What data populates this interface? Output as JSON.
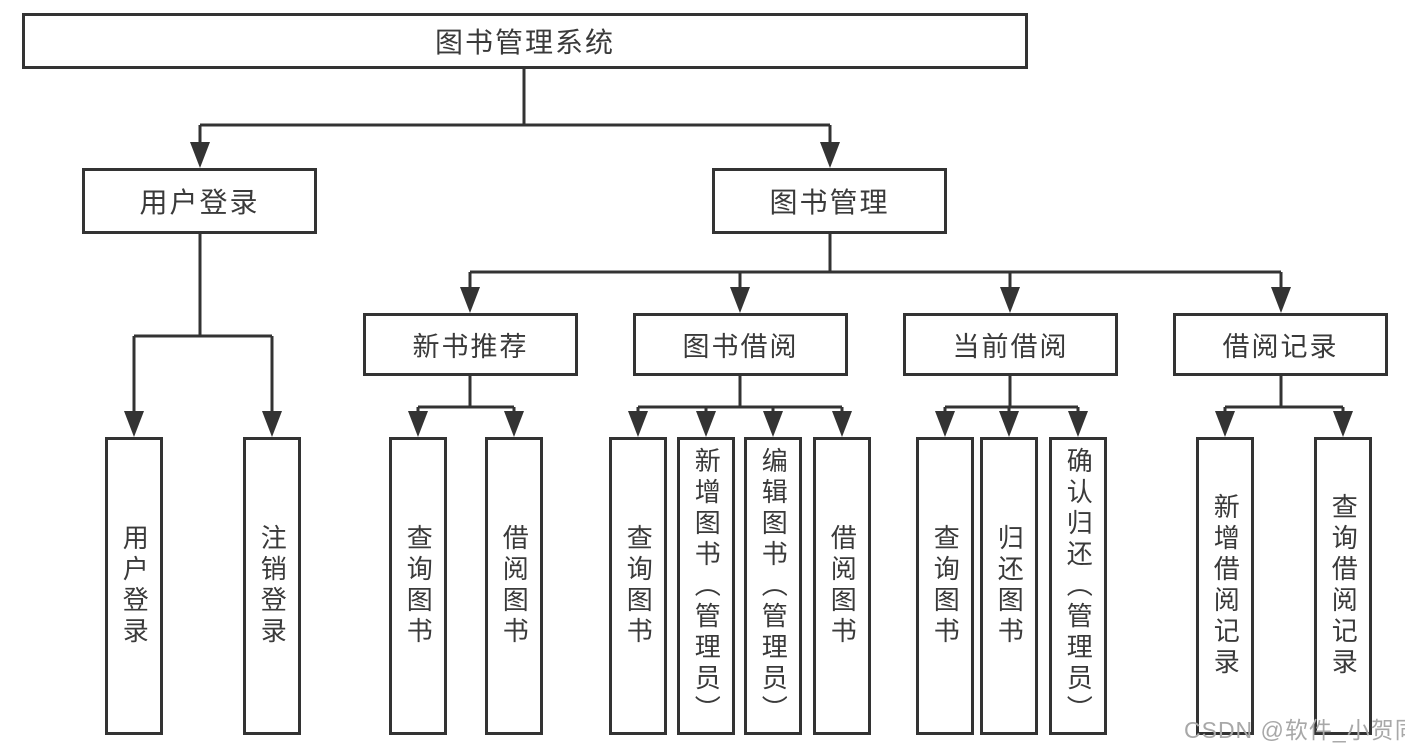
{
  "diagram": {
    "title": "图书管理系统",
    "branches": [
      {
        "label": "用户登录",
        "children": [
          {
            "label": "用户登录"
          },
          {
            "label": "注销登录"
          }
        ]
      },
      {
        "label": "图书管理",
        "children": [
          {
            "label": "新书推荐",
            "children": [
              {
                "label": "查询图书"
              },
              {
                "label": "借阅图书"
              }
            ]
          },
          {
            "label": "图书借阅",
            "children": [
              {
                "label": "查询图书"
              },
              {
                "label": "新增图书（管理员）"
              },
              {
                "label": "编辑图书（管理员）"
              },
              {
                "label": "借阅图书"
              }
            ]
          },
          {
            "label": "当前借阅",
            "children": [
              {
                "label": "查询图书"
              },
              {
                "label": "归还图书"
              },
              {
                "label": "确认归还（管理员）"
              }
            ]
          },
          {
            "label": "借阅记录",
            "children": [
              {
                "label": "新增借阅记录"
              },
              {
                "label": "查询借阅记录"
              }
            ]
          }
        ]
      }
    ],
    "watermark": "CSDN @软件_小贺同学",
    "colors": {
      "line": "#333333",
      "box_border": "#333333",
      "box_background": "#ffffff",
      "text": "#3a3a3a",
      "watermark": "#a8a8a8"
    }
  }
}
